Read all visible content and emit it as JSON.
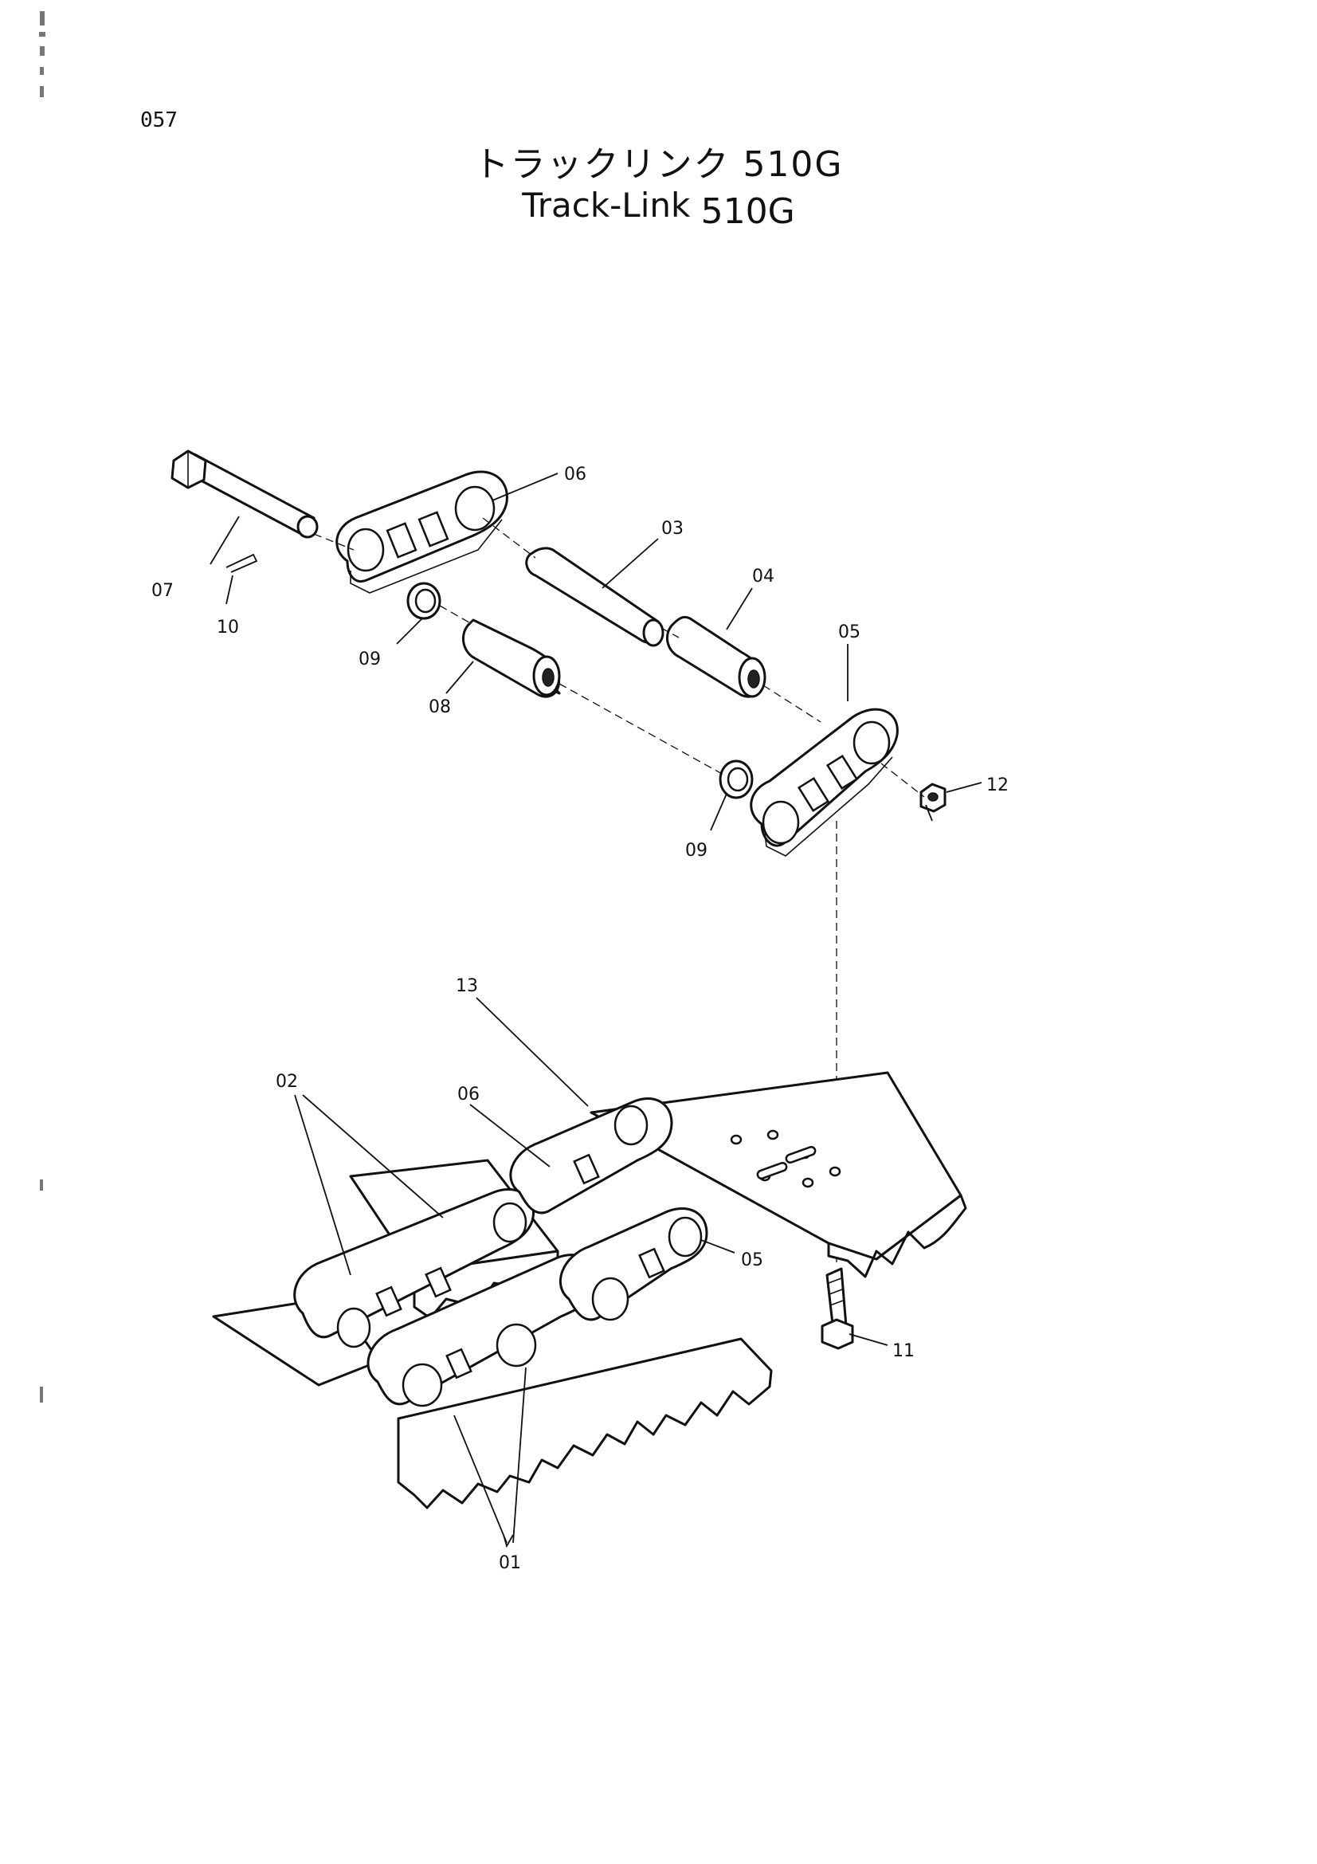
{
  "page": {
    "number": "057"
  },
  "title": {
    "japanese": "トラックリンク 510G",
    "english": "Track-Link",
    "model": "510G"
  },
  "callouts": {
    "c01": "01",
    "c02": "02",
    "c03": "03",
    "c04": "04",
    "c05_top": "05",
    "c05_bottom": "05",
    "c06_top": "06",
    "c06_bottom": "06",
    "c07": "07",
    "c08": "08",
    "c09_left": "09",
    "c09_right": "09",
    "c10": "10",
    "c11": "11",
    "c12": "12",
    "c13": "13"
  }
}
